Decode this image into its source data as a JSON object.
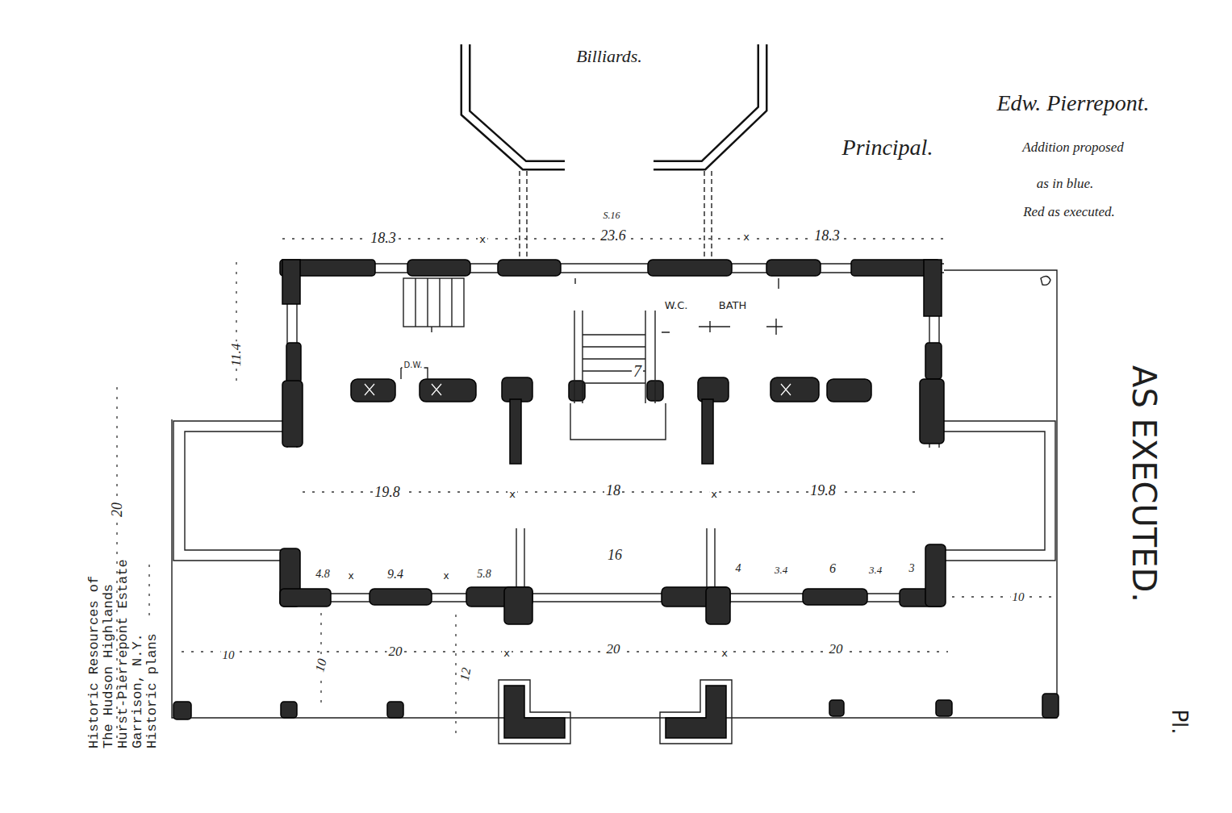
{
  "diagram": {
    "labels": [
      "Billiards.",
      "Edw. Pierrepont.",
      "Principal.",
      "Addition proposed",
      "as in blue.",
      "Red as executed.",
      "S.16",
      "23.6",
      "18.3",
      "18.3",
      "11.4",
      "W.C.",
      "BATH",
      "D.W.",
      "7",
      "19.8",
      "18",
      "19.8",
      "20",
      "16",
      "4.8",
      "9.4",
      "5.8",
      "4",
      "3.4",
      "6",
      "3.4",
      "3",
      "10",
      "10",
      "10",
      "20",
      "20",
      "20",
      "12",
      "AS EXECUTED.",
      "Pl.",
      "Historic Resources of",
      "The Hudson Highlands",
      "Hurst-Pierrepont Estate",
      "Garrison, N.Y.",
      "Historic plans",
      "x",
      "x",
      "x",
      "x",
      "x",
      "x",
      "x",
      "x"
    ]
  }
}
